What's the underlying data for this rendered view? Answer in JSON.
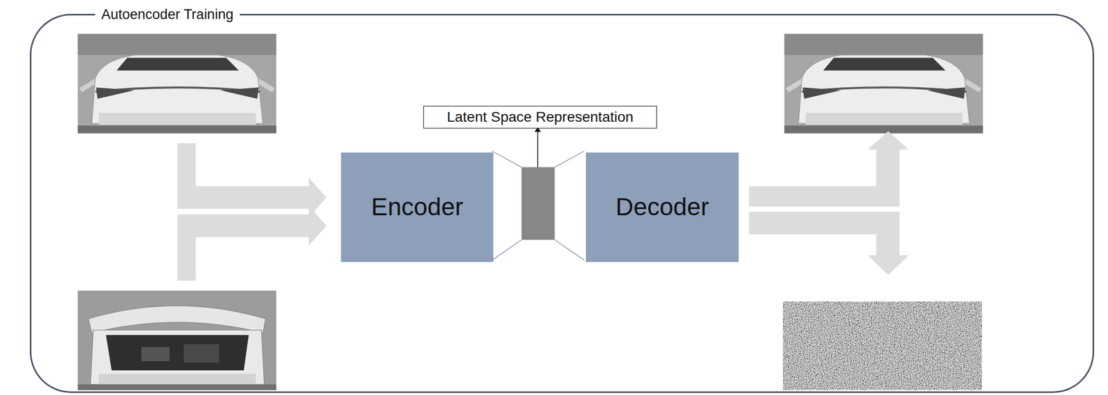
{
  "diagram": {
    "nodes": [
      {
        "text": [
          "Autoencoder Training"
        ]
      },
      {
        "text": [
          "Encoder"
        ],
        "in": 0
      },
      {
        "text": [
          "Latent Space Representation"
        ],
        "in": 0
      },
      {
        "text": [
          "Decoder"
        ],
        "in": 0
      }
    ]
  }
}
